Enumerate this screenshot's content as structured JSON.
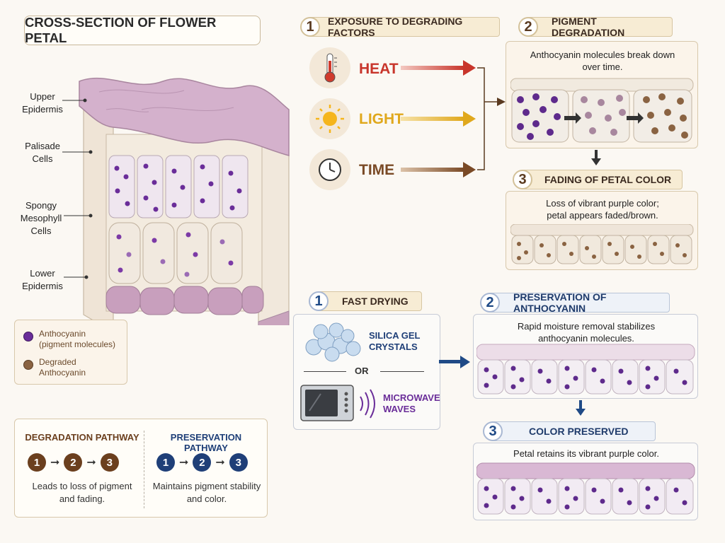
{
  "title": "CROSS-SECTION OF FLOWER PETAL",
  "labels": {
    "upper_epidermis": "Upper\nEpidermis",
    "palisade": "Palisade\nCells",
    "spongy": "Spongy\nMesophyll\nCells",
    "lower_epidermis": "Lower\nEpidermis"
  },
  "legend": {
    "anthocyanin": "Anthocyanin\n(pigment molecules)",
    "degraded": "Degraded\nAnthocyanin"
  },
  "degradation": {
    "step1": {
      "num": "1",
      "title": "EXPOSURE TO DEGRADING FACTORS"
    },
    "factors": [
      {
        "name": "HEAT",
        "icon": "thermometer-icon",
        "color": "#c8352b"
      },
      {
        "name": "LIGHT",
        "icon": "sun-icon",
        "color": "#e0a81c"
      },
      {
        "name": "TIME",
        "icon": "clock-icon",
        "color": "#7a4a26"
      }
    ],
    "step2": {
      "num": "2",
      "title": "PIGMENT DEGRADATION",
      "caption": "Anthocyanin molecules break down\nover time."
    },
    "step3": {
      "num": "3",
      "title": "FADING OF PETAL COLOR",
      "caption": "Loss of vibrant purple color;\npetal appears faded/brown."
    }
  },
  "preservation": {
    "step1": {
      "num": "1",
      "title": "FAST DRYING"
    },
    "methods": {
      "silica": "SILICA GEL\nCRYSTALS",
      "or": "OR",
      "microwave": "MICROWAVE\nWAVES"
    },
    "step2": {
      "num": "2",
      "title": "PRESERVATION OF ANTHOCYANIN",
      "caption": "Rapid moisture removal stabilizes\nanthocyanin molecules."
    },
    "step3": {
      "num": "3",
      "title": "COLOR PRESERVED",
      "caption": "Petal retains its vibrant purple color."
    }
  },
  "pathways": {
    "degradation": {
      "title": "DEGRADATION PATHWAY",
      "steps": [
        "1",
        "2",
        "3"
      ],
      "desc": "Leads to loss of pigment\nand fading."
    },
    "preservation": {
      "title": "PRESERVATION PATHWAY",
      "steps": [
        "1",
        "2",
        "3"
      ],
      "desc": "Maintains pigment stability\nand color."
    }
  },
  "colors": {
    "purple": "#5e2a8c",
    "brown": "#8a6342",
    "mauve": "#a8879e",
    "heat": "#c8352b",
    "light": "#e0a81c",
    "time": "#7a4a26",
    "navy": "#1f3f78"
  }
}
